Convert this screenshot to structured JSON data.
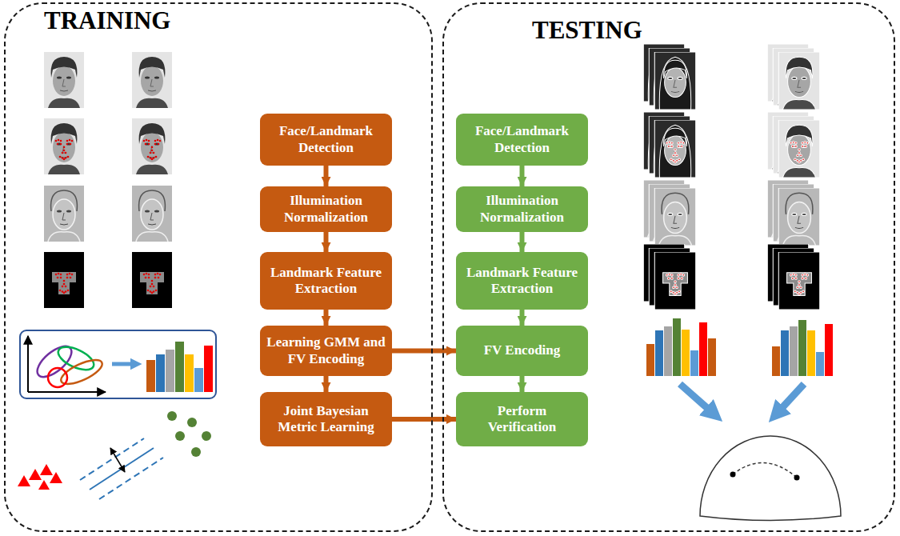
{
  "diagram": {
    "nodes": [
      {
        "text": [
          "TRAINING"
        ]
      },
      {
        "text": [
          "Face/Landmark Detection"
        ],
        "in": 0
      },
      {
        "text": [
          "Illumination Normalization"
        ],
        "in": 0
      },
      {
        "text": [
          "Landmark Feature Extraction"
        ],
        "in": 0
      },
      {
        "text": [
          "Learning GMM and FV Encoding"
        ],
        "in": 0
      },
      {
        "text": [
          "Joint Bayesian Metric Learning"
        ],
        "in": 0
      },
      {
        "text": [
          "TESTING"
        ]
      },
      {
        "text": [
          "Face/Landmark Detection"
        ],
        "in": 6
      },
      {
        "text": [
          "Illumination Normalization"
        ],
        "in": 6
      },
      {
        "text": [
          "Landmark Feature Extraction"
        ],
        "in": 6
      },
      {
        "text": [
          "FV Encoding"
        ],
        "in": 6
      },
      {
        "text": [
          "Perform Verification"
        ],
        "in": 6
      }
    ],
    "edges": [
      {
        "from": 1,
        "to": 2,
        "arrow": "to"
      },
      {
        "from": 2,
        "to": 3,
        "arrow": "to"
      },
      {
        "from": 3,
        "to": 4,
        "arrow": "to"
      },
      {
        "from": 4,
        "to": 5,
        "arrow": "to"
      },
      {
        "from": 4,
        "to": 10,
        "arrow": "to"
      },
      {
        "from": 5,
        "to": 11,
        "arrow": "to"
      },
      {
        "from": 7,
        "to": 8,
        "arrow": "to"
      },
      {
        "from": 8,
        "to": 9,
        "arrow": "to"
      },
      {
        "from": 9,
        "to": 10,
        "arrow": "to"
      },
      {
        "from": 10,
        "to": 11,
        "arrow": "to"
      }
    ]
  }
}
